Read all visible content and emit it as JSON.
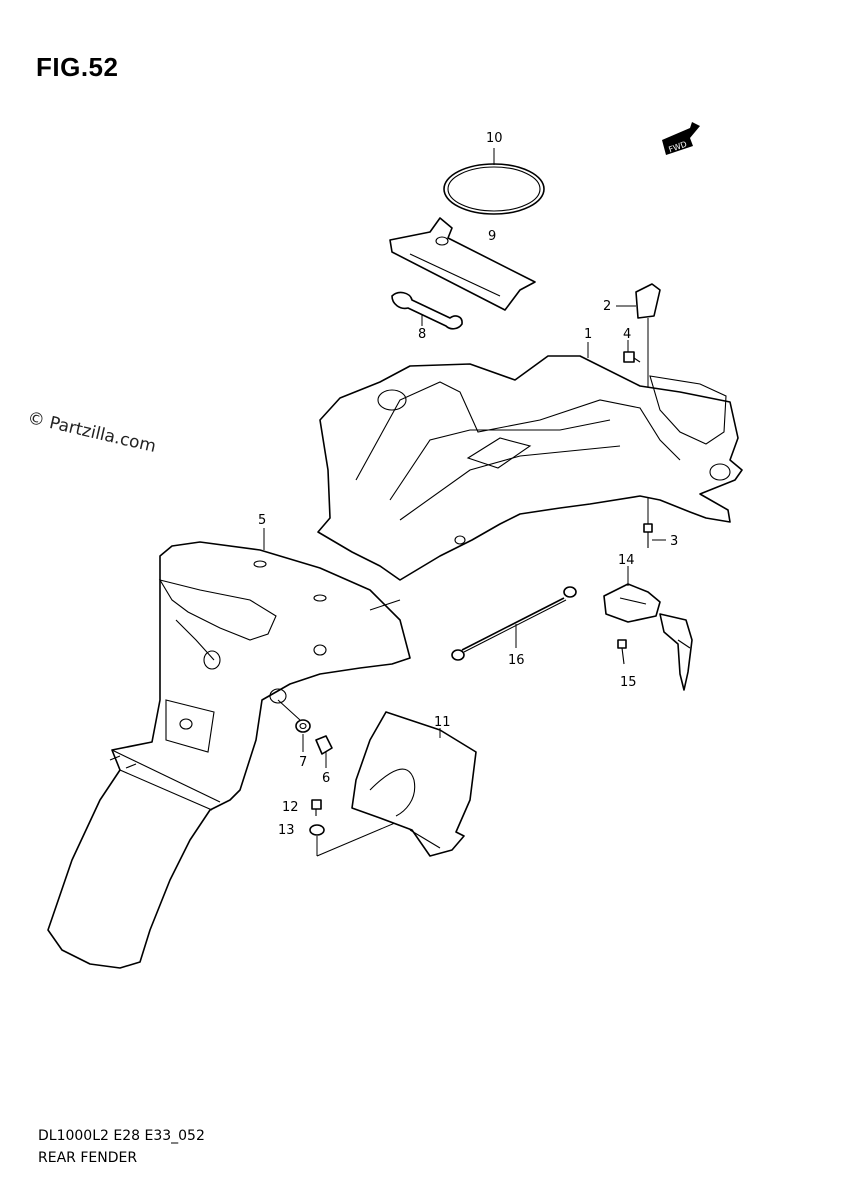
{
  "figure": {
    "title": "FIG.52"
  },
  "watermark": "© Partzilla.com",
  "fwd_arrow": "FWD",
  "footer": {
    "code": "DL1000L2 E28 E33_052",
    "name": "REAR FENDER"
  },
  "callouts": [
    {
      "id": "callout-1",
      "label": "1"
    },
    {
      "id": "callout-2",
      "label": "2"
    },
    {
      "id": "callout-3-top",
      "label": "3"
    },
    {
      "id": "callout-3-right",
      "label": "3"
    },
    {
      "id": "callout-4",
      "label": "4"
    },
    {
      "id": "callout-5",
      "label": "5"
    },
    {
      "id": "callout-6",
      "label": "6"
    },
    {
      "id": "callout-7",
      "label": "7"
    },
    {
      "id": "callout-8",
      "label": "8"
    },
    {
      "id": "callout-9",
      "label": "9"
    },
    {
      "id": "callout-10",
      "label": "10"
    },
    {
      "id": "callout-11",
      "label": "11"
    },
    {
      "id": "callout-12",
      "label": "12"
    },
    {
      "id": "callout-13",
      "label": "13"
    },
    {
      "id": "callout-14",
      "label": "14"
    },
    {
      "id": "callout-15",
      "label": "15"
    },
    {
      "id": "callout-16",
      "label": "16"
    }
  ]
}
